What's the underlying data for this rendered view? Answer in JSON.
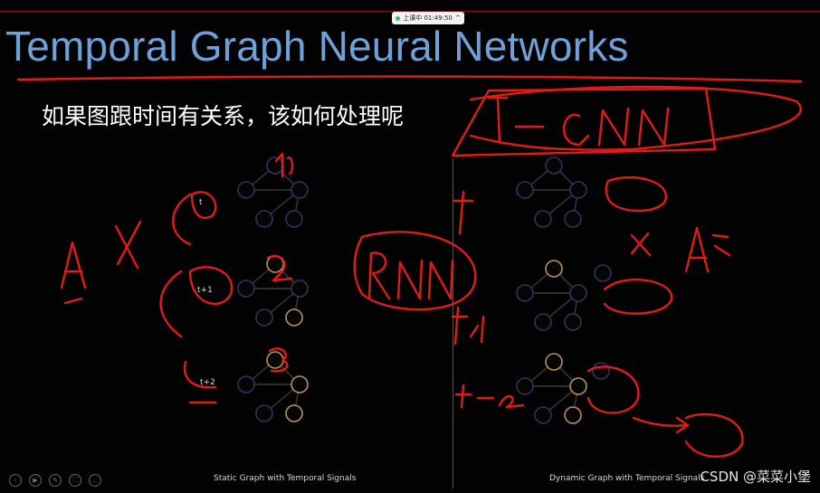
{
  "recording": {
    "label": "上课中 01:49:50",
    "chevron": "^"
  },
  "slide": {
    "title": "Temporal Graph Neural Networks",
    "subtitle": "如果图跟时间有关系，该如何处理呢",
    "time_labels": [
      "t",
      "t+1",
      "t+2"
    ],
    "captions": {
      "left": "Static Graph with Temporal Signals",
      "right": "Dynamic Graph with Temporal Signals"
    }
  },
  "watermark": "CSDN @菜菜小堡",
  "toolbar": {
    "icons": [
      "prev-icon",
      "play-icon",
      "pen-icon",
      "crop-icon",
      "more-icon"
    ],
    "glyphs": [
      "‹",
      "▶",
      "✎",
      "⛶",
      "…"
    ]
  },
  "colors": {
    "title": "#6fa0d8",
    "node_dark": "#2d3558",
    "node_gold": "#b8915a",
    "ink_red": "#e01b1b"
  }
}
